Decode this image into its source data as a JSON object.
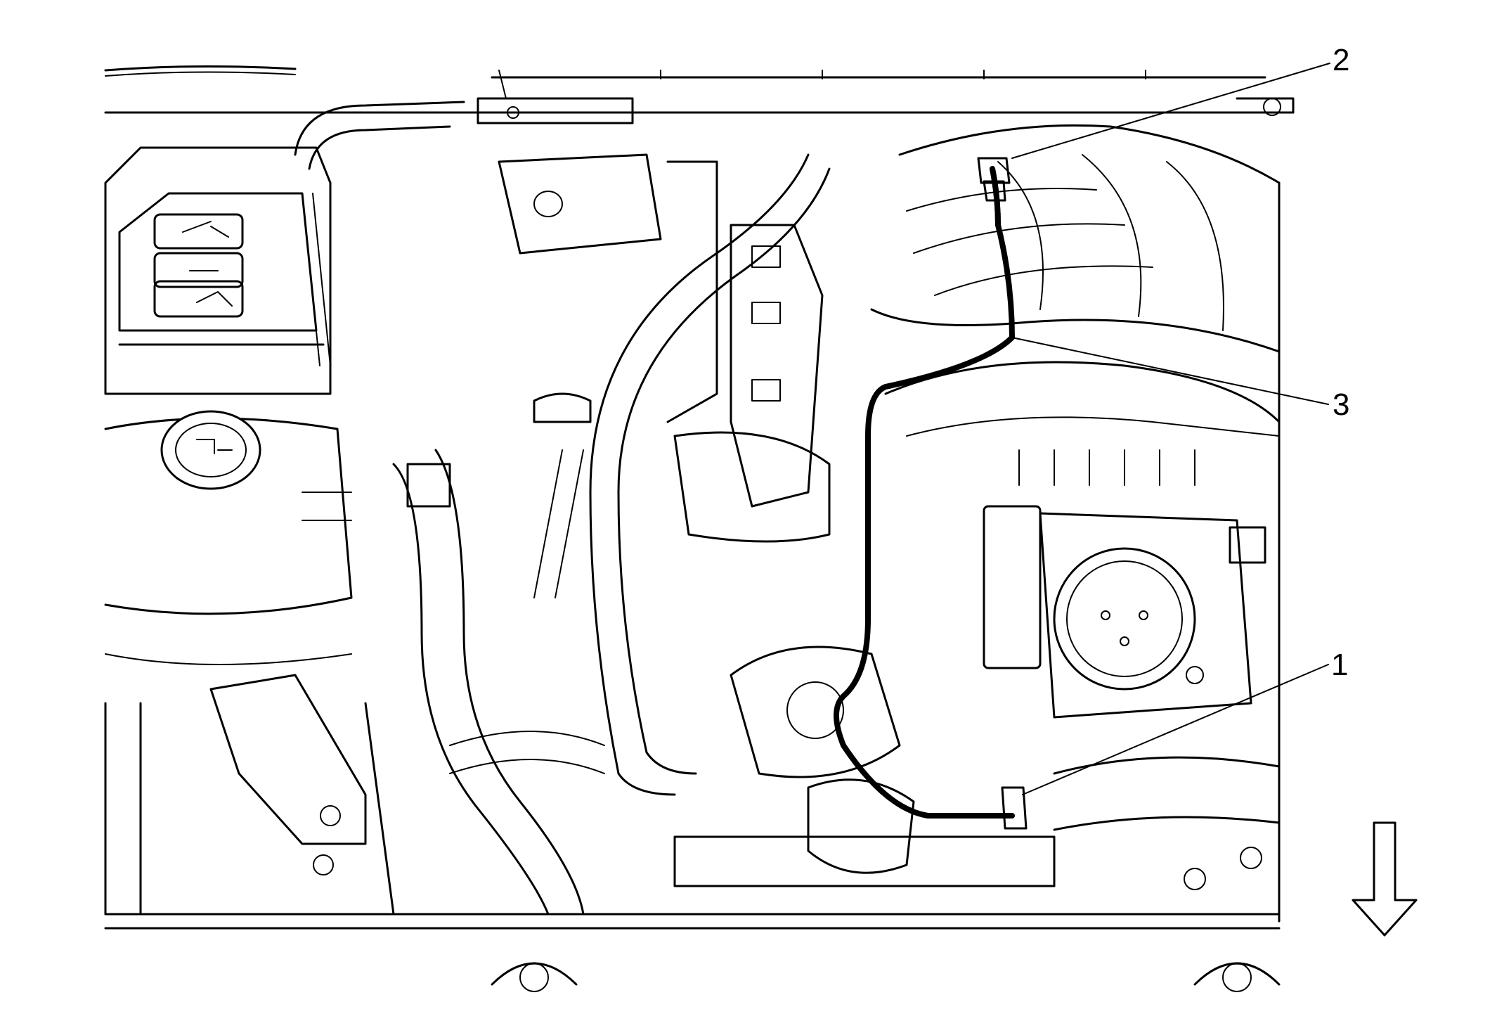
{
  "callouts": [
    {
      "id": "1",
      "label": "1"
    },
    {
      "id": "2",
      "label": "2"
    },
    {
      "id": "3",
      "label": "3"
    }
  ],
  "orientation_arrow": {
    "direction": "down",
    "icon": "arrow-down-icon"
  },
  "colors": {
    "line": "#000000",
    "background": "#ffffff"
  }
}
